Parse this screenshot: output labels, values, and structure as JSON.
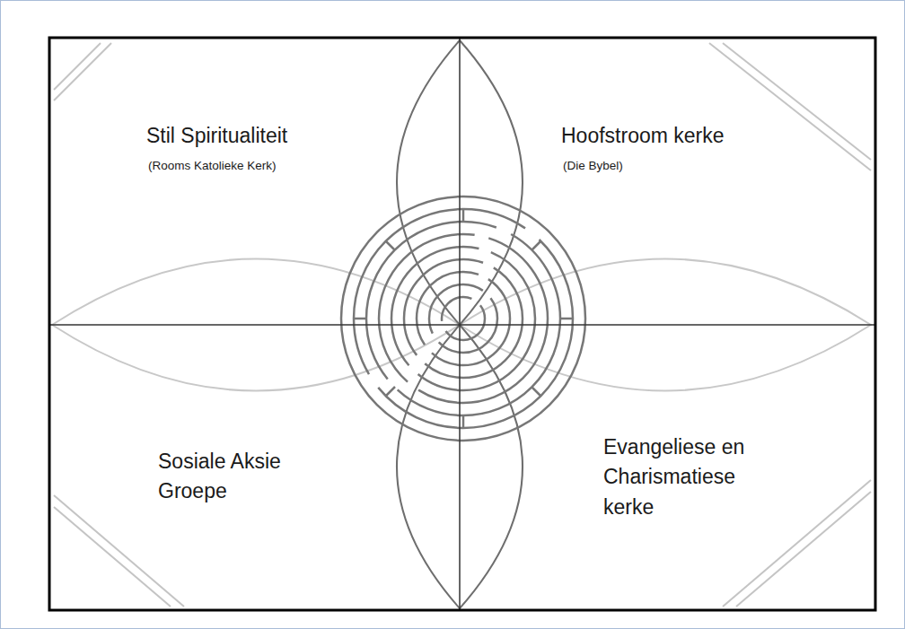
{
  "diagram": {
    "labels": [
      "Stil Spiritualiteit",
      "(Rooms Katolieke Kerk)",
      "Hoofstroom kerke",
      "(Die Bybel)",
      "Sosiale Aksie Groepe",
      "Evangeliese en Charismatiese kerke"
    ]
  }
}
